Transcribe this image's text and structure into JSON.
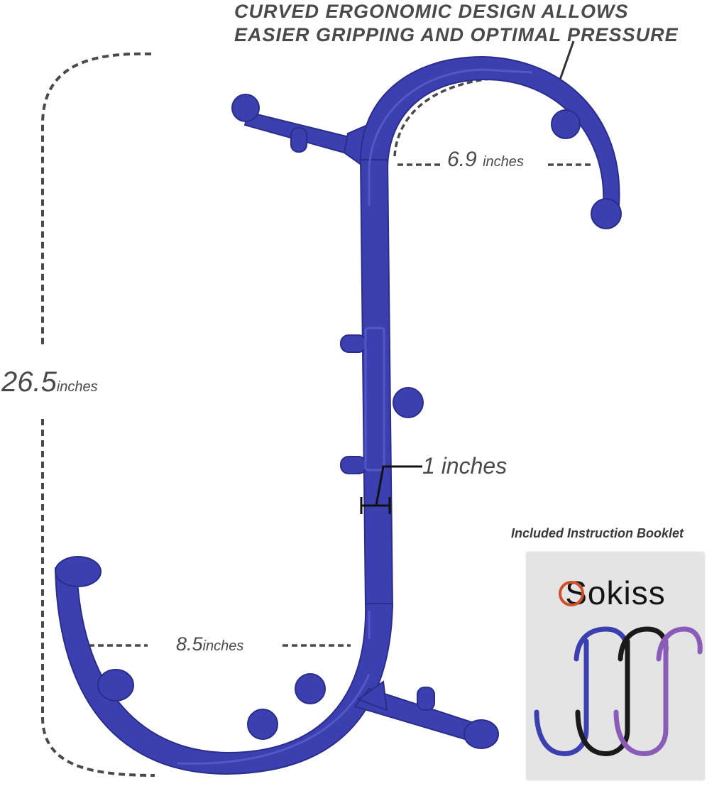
{
  "headline": {
    "line1": "CURVED ERGONOMIC DESIGN ALLOWS",
    "line2": "EASIER GRIPPING AND OPTIMAL PRESSURE"
  },
  "dimensions": {
    "total_length": {
      "value": "26.5",
      "unit": "inches"
    },
    "hook_width": {
      "value": "6.9",
      "unit": "inches"
    },
    "bottom_width": {
      "value": "8.5",
      "unit": "inches"
    },
    "thickness": {
      "value": "1 inches"
    }
  },
  "booklet": {
    "caption": "Included Instruction Booklet",
    "brand": "Sokiss"
  },
  "colors": {
    "product": "#3b3fb0",
    "product_highlight": "#5a5fd0",
    "product_shadow": "#2a2d8a",
    "annotation": "#4a4a4a",
    "brand_accent": "#d0502a"
  }
}
